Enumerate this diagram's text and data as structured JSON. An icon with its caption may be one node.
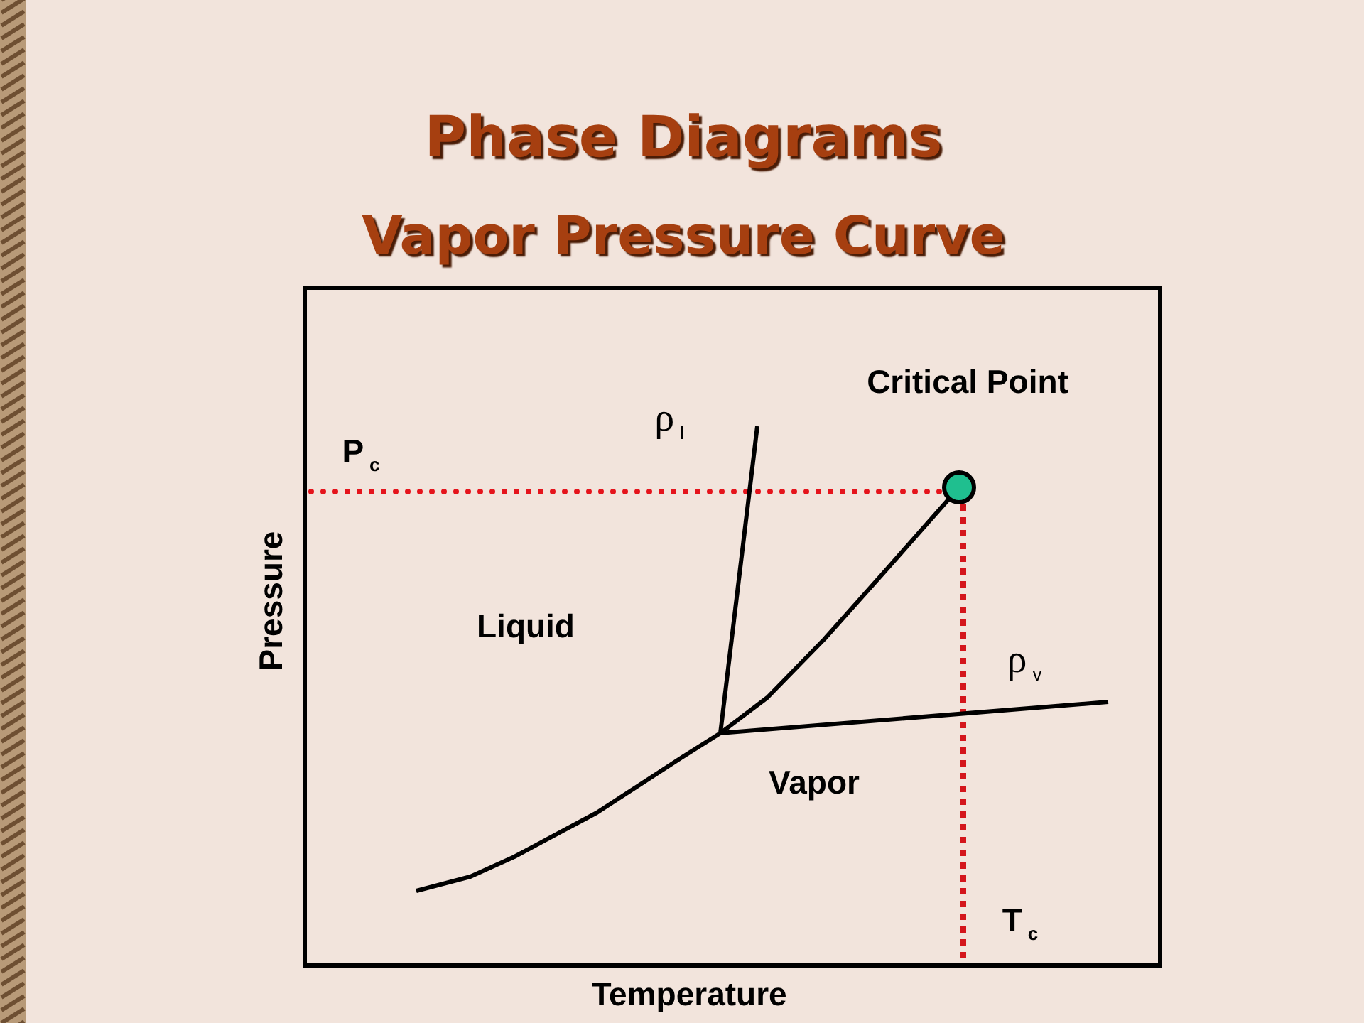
{
  "diagram": {
    "title": "Phase Diagrams",
    "labels": [
      "Vapor Pressure Curve",
      "Critical Point",
      "ρ$_{l}$",
      "P$_{c}$",
      "Pressure",
      "Liquid",
      "ρ$_{v}$",
      "Vapor",
      "T$_{c}$",
      "Temperature"
    ]
  }
}
